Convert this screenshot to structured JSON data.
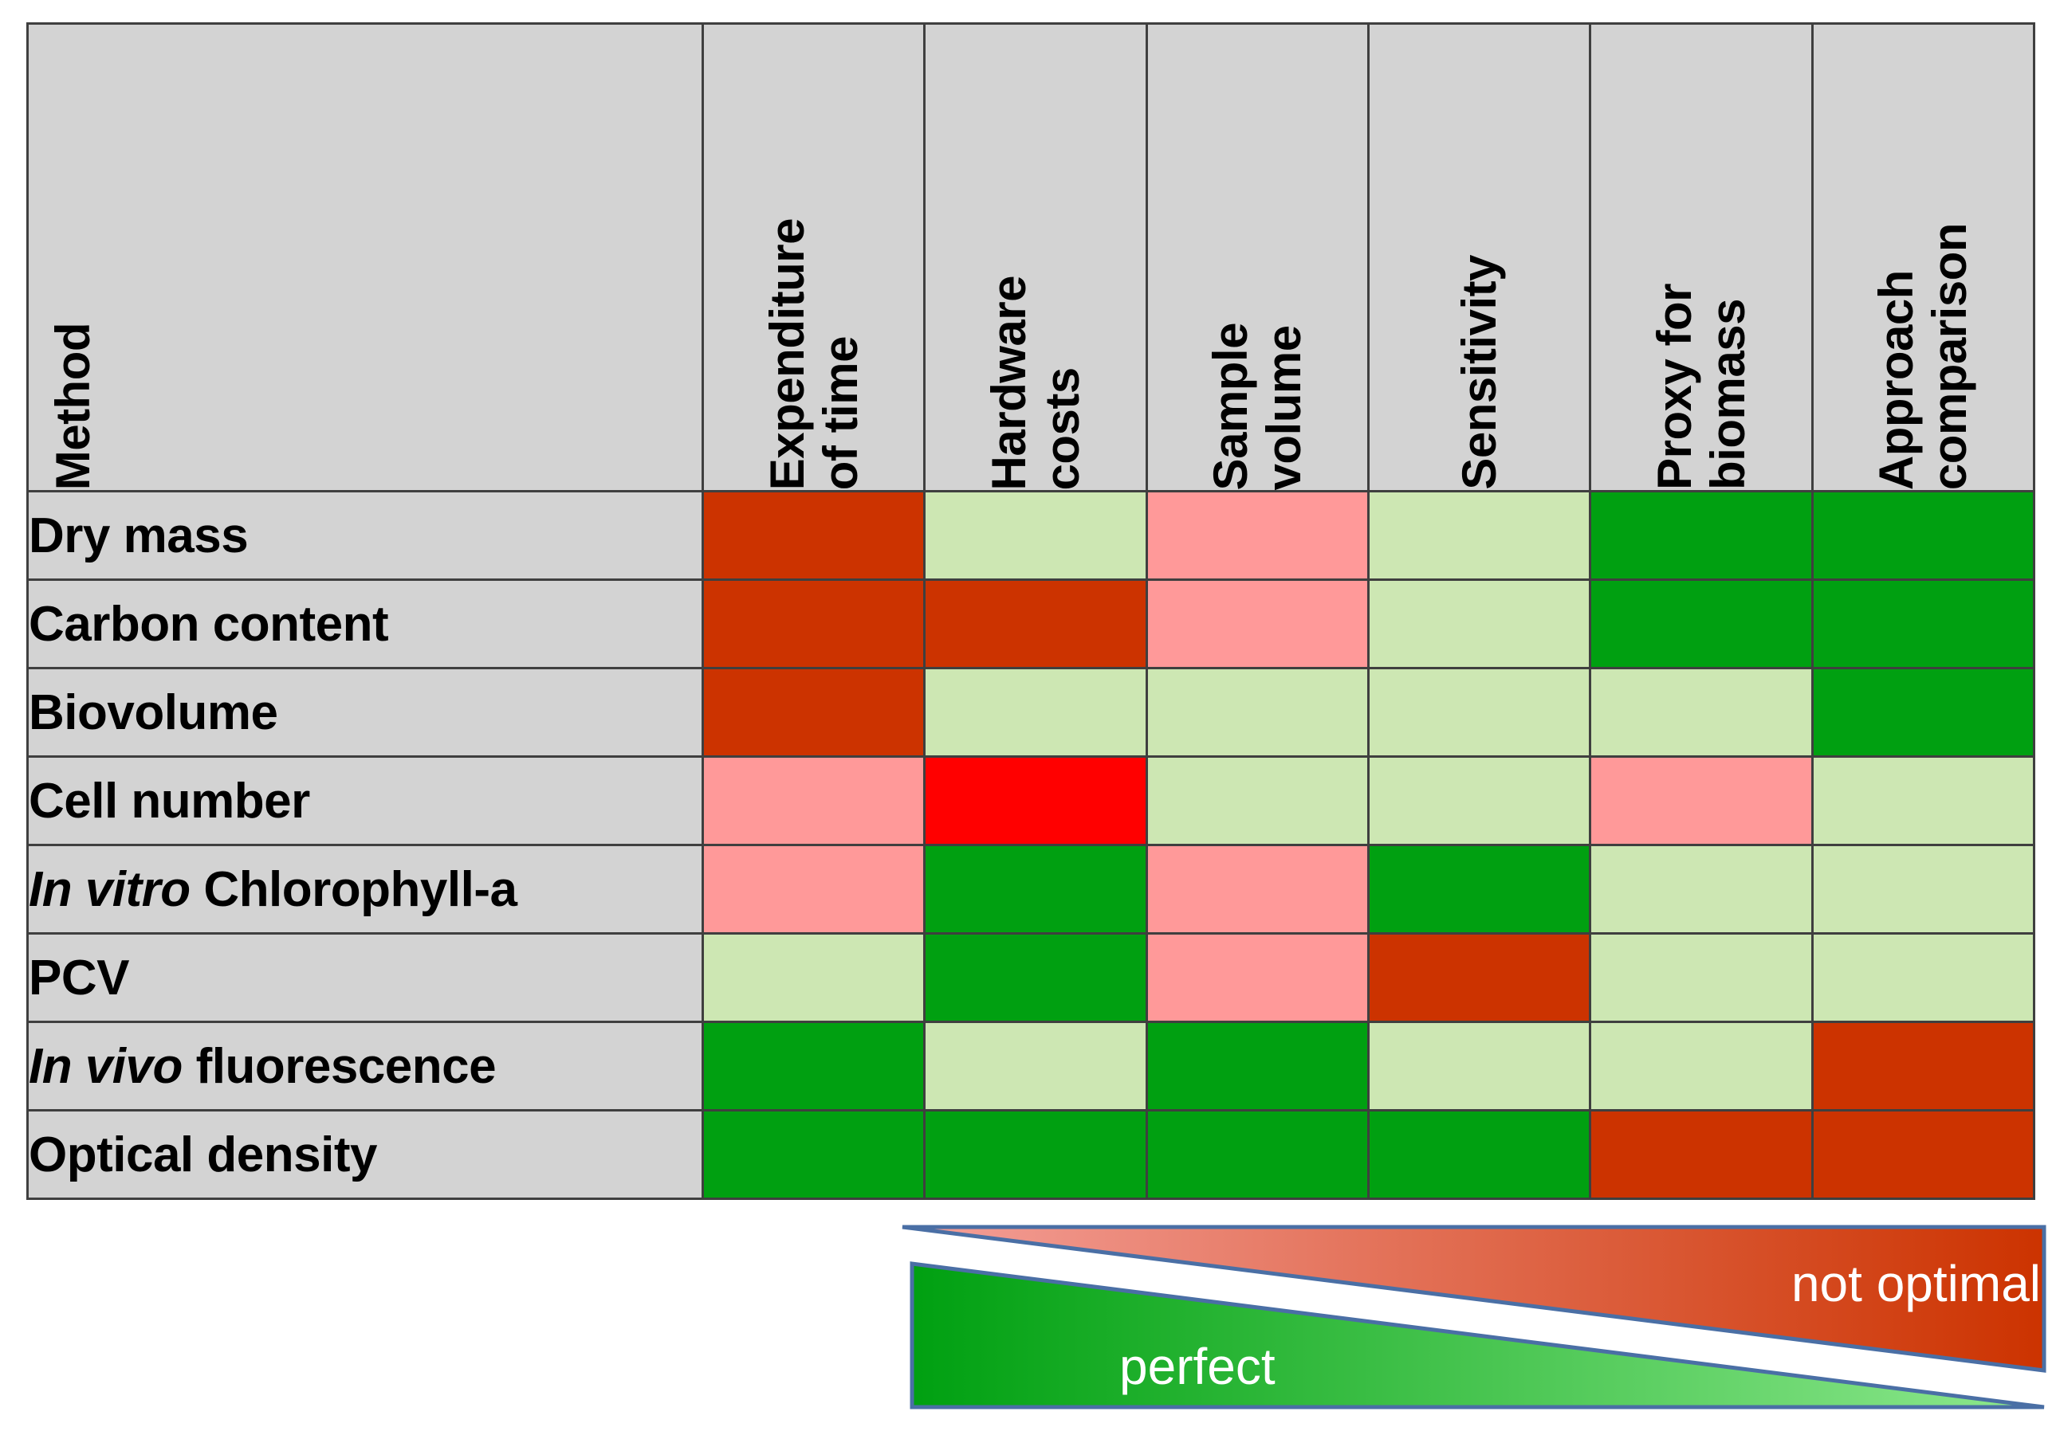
{
  "table": {
    "row_header_label": "Method",
    "columns": [
      {
        "id": "expenditure-of-time",
        "label": "Expenditure\nof time"
      },
      {
        "id": "hardware-costs",
        "label": "Hardware\ncosts"
      },
      {
        "id": "sample-volume",
        "label": "Sample\nvolume"
      },
      {
        "id": "sensitivity",
        "label": "Sensitivity"
      },
      {
        "id": "proxy-for-biomass",
        "label": "Proxy for\nbiomass"
      },
      {
        "id": "approach-comparison",
        "label": "Approach\ncomparison"
      }
    ],
    "rows": [
      {
        "id": "dry-mass",
        "label": "Dry mass",
        "label_italic_prefix": "",
        "ratings": [
          "not-optimal",
          "good",
          "poor",
          "good",
          "perfect",
          "perfect"
        ]
      },
      {
        "id": "carbon-content",
        "label": "Carbon content",
        "label_italic_prefix": "",
        "ratings": [
          "not-optimal",
          "not-optimal",
          "poor",
          "good",
          "perfect",
          "perfect"
        ]
      },
      {
        "id": "biovolume",
        "label": "Biovolume",
        "label_italic_prefix": "",
        "ratings": [
          "not-optimal",
          "good",
          "good",
          "good",
          "good",
          "perfect"
        ]
      },
      {
        "id": "cell-number",
        "label": "Cell number",
        "label_italic_prefix": "",
        "ratings": [
          "poor",
          "worst",
          "good",
          "good",
          "poor",
          "good"
        ]
      },
      {
        "id": "in-vitro-chlorophyll-a",
        "label": " Chlorophyll-a",
        "label_italic_prefix": "In vitro",
        "ratings": [
          "poor",
          "perfect",
          "poor",
          "perfect",
          "good",
          "good"
        ]
      },
      {
        "id": "pcv",
        "label": "PCV",
        "label_italic_prefix": "",
        "ratings": [
          "good",
          "perfect",
          "poor",
          "not-optimal",
          "good",
          "good"
        ]
      },
      {
        "id": "in-vivo-fluorescence",
        "label": " fluorescence",
        "label_italic_prefix": "In vivo",
        "ratings": [
          "perfect",
          "good",
          "perfect",
          "good",
          "good",
          "not-optimal"
        ]
      },
      {
        "id": "optical-density",
        "label": "Optical density",
        "label_italic_prefix": "",
        "ratings": [
          "perfect",
          "perfect",
          "perfect",
          "perfect",
          "not-optimal",
          "not-optimal"
        ]
      }
    ]
  },
  "rating_colors": {
    "perfect": "#00A011",
    "good": "#CDE7B3",
    "poor": "#FF9999",
    "not-optimal": "#CC3300",
    "worst": "#FF0000"
  },
  "legend": {
    "perfect_label": "perfect",
    "not_optimal_label": "not optimal",
    "green_dark": "#00A011",
    "green_light": "#8FE98F",
    "red_dark": "#CC3300",
    "red_light": "#F4A09A",
    "outline": "#4A6FA5"
  },
  "style": {
    "header_background": "#d3d3d3",
    "border_color": "#3f3f3f",
    "text_color": "#000000"
  }
}
